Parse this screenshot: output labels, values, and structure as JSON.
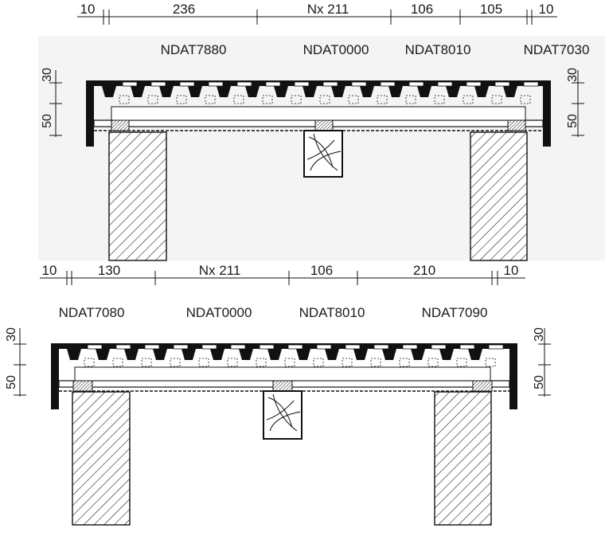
{
  "detail_top": {
    "dimensions": [
      "10",
      "236",
      "Nx 211",
      "106",
      "105",
      "10"
    ],
    "products": [
      "NDAT7880",
      "NDAT0000",
      "NDAT8010",
      "NDAT7030"
    ],
    "left_heights": [
      "30",
      "50"
    ],
    "right_heights": [
      "30",
      "50"
    ]
  },
  "detail_bottom": {
    "dimensions": [
      "10",
      "130",
      "Nx 211",
      "106",
      "210",
      "10"
    ],
    "products": [
      "NDAT7080",
      "NDAT0000",
      "NDAT8010",
      "NDAT7090"
    ],
    "left_heights": [
      "30",
      "50"
    ],
    "right_heights": [
      "30",
      "50"
    ]
  },
  "colors": {
    "ink": "#111111",
    "background": "#ffffff",
    "panel_bg": "#f4f4f4"
  }
}
